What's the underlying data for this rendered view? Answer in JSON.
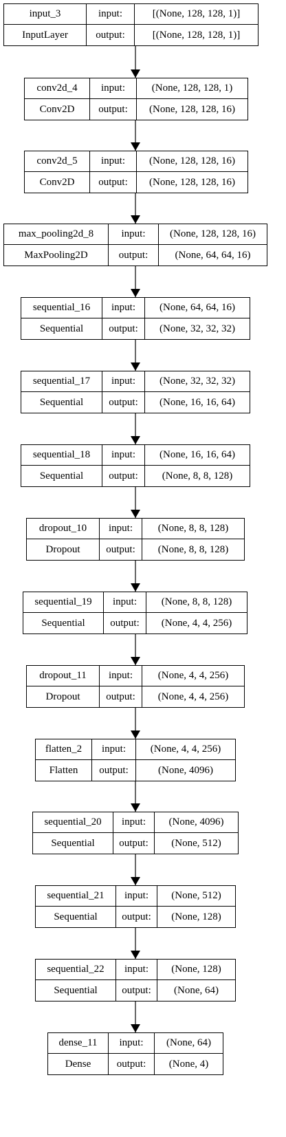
{
  "nodes": [
    {
      "name": "input_3",
      "type": "InputLayer",
      "input_label": "input:",
      "output_label": "output:",
      "input_shape": "[(None, 128, 128, 1)]",
      "output_shape": "[(None, 128, 128, 1)]"
    },
    {
      "name": "conv2d_4",
      "type": "Conv2D",
      "input_label": "input:",
      "output_label": "output:",
      "input_shape": "(None, 128, 128, 1)",
      "output_shape": "(None, 128, 128, 16)"
    },
    {
      "name": "conv2d_5",
      "type": "Conv2D",
      "input_label": "input:",
      "output_label": "output:",
      "input_shape": "(None, 128, 128, 16)",
      "output_shape": "(None, 128, 128, 16)"
    },
    {
      "name": "max_pooling2d_8",
      "type": "MaxPooling2D",
      "input_label": "input:",
      "output_label": "output:",
      "input_shape": "(None, 128, 128, 16)",
      "output_shape": "(None, 64, 64, 16)"
    },
    {
      "name": "sequential_16",
      "type": "Sequential",
      "input_label": "input:",
      "output_label": "output:",
      "input_shape": "(None, 64, 64, 16)",
      "output_shape": "(None, 32, 32, 32)"
    },
    {
      "name": "sequential_17",
      "type": "Sequential",
      "input_label": "input:",
      "output_label": "output:",
      "input_shape": "(None, 32, 32, 32)",
      "output_shape": "(None, 16, 16, 64)"
    },
    {
      "name": "sequential_18",
      "type": "Sequential",
      "input_label": "input:",
      "output_label": "output:",
      "input_shape": "(None, 16, 16, 64)",
      "output_shape": "(None, 8, 8, 128)"
    },
    {
      "name": "dropout_10",
      "type": "Dropout",
      "input_label": "input:",
      "output_label": "output:",
      "input_shape": "(None, 8, 8, 128)",
      "output_shape": "(None, 8, 8, 128)"
    },
    {
      "name": "sequential_19",
      "type": "Sequential",
      "input_label": "input:",
      "output_label": "output:",
      "input_shape": "(None, 8, 8, 128)",
      "output_shape": "(None, 4, 4, 256)"
    },
    {
      "name": "dropout_11",
      "type": "Dropout",
      "input_label": "input:",
      "output_label": "output:",
      "input_shape": "(None, 4, 4, 256)",
      "output_shape": "(None, 4, 4, 256)"
    },
    {
      "name": "flatten_2",
      "type": "Flatten",
      "input_label": "input:",
      "output_label": "output:",
      "input_shape": "(None, 4, 4, 256)",
      "output_shape": "(None, 4096)"
    },
    {
      "name": "sequential_20",
      "type": "Sequential",
      "input_label": "input:",
      "output_label": "output:",
      "input_shape": "(None, 4096)",
      "output_shape": "(None, 512)"
    },
    {
      "name": "sequential_21",
      "type": "Sequential",
      "input_label": "input:",
      "output_label": "output:",
      "input_shape": "(None, 512)",
      "output_shape": "(None, 128)"
    },
    {
      "name": "sequential_22",
      "type": "Sequential",
      "input_label": "input:",
      "output_label": "output:",
      "input_shape": "(None, 128)",
      "output_shape": "(None, 64)"
    },
    {
      "name": "dense_11",
      "type": "Dense",
      "input_label": "input:",
      "output_label": "output:",
      "input_shape": "(None, 64)",
      "output_shape": "(None, 4)"
    }
  ]
}
